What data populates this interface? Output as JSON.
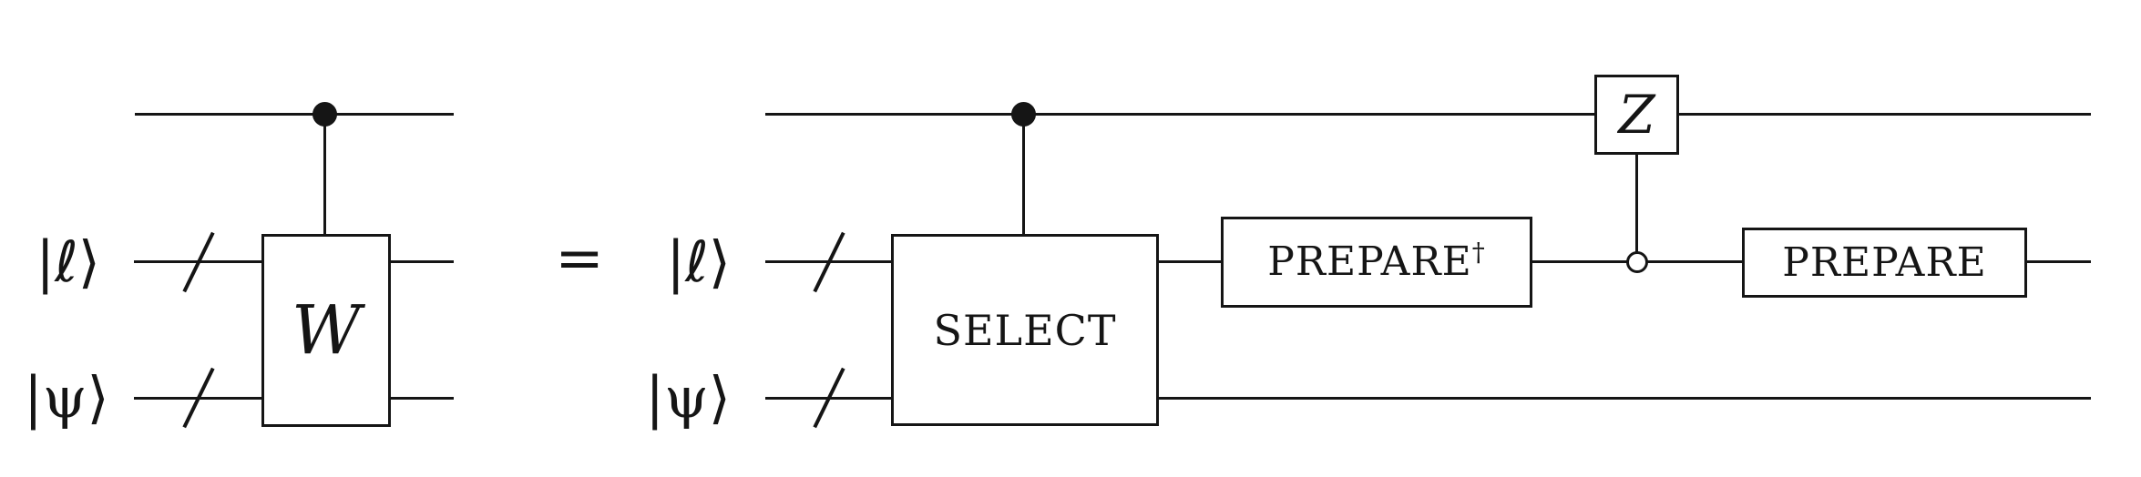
{
  "figure": {
    "description_colors": {
      "ink": "#151515",
      "background": "#ffffff"
    },
    "equals_sign": "=",
    "left_circuit": {
      "ket_ell": "|ℓ⟩",
      "ket_psi": "|ψ⟩",
      "w_gate_label": "W"
    },
    "right_circuit": {
      "ket_ell": "|ℓ⟩",
      "ket_psi": "|ψ⟩",
      "select_gate_label": "SELECT",
      "prepare_dagger_base": "PREPARE",
      "prepare_dagger_sup": "†",
      "z_gate_label": "Z",
      "prepare_gate_label": "PREPARE"
    }
  }
}
